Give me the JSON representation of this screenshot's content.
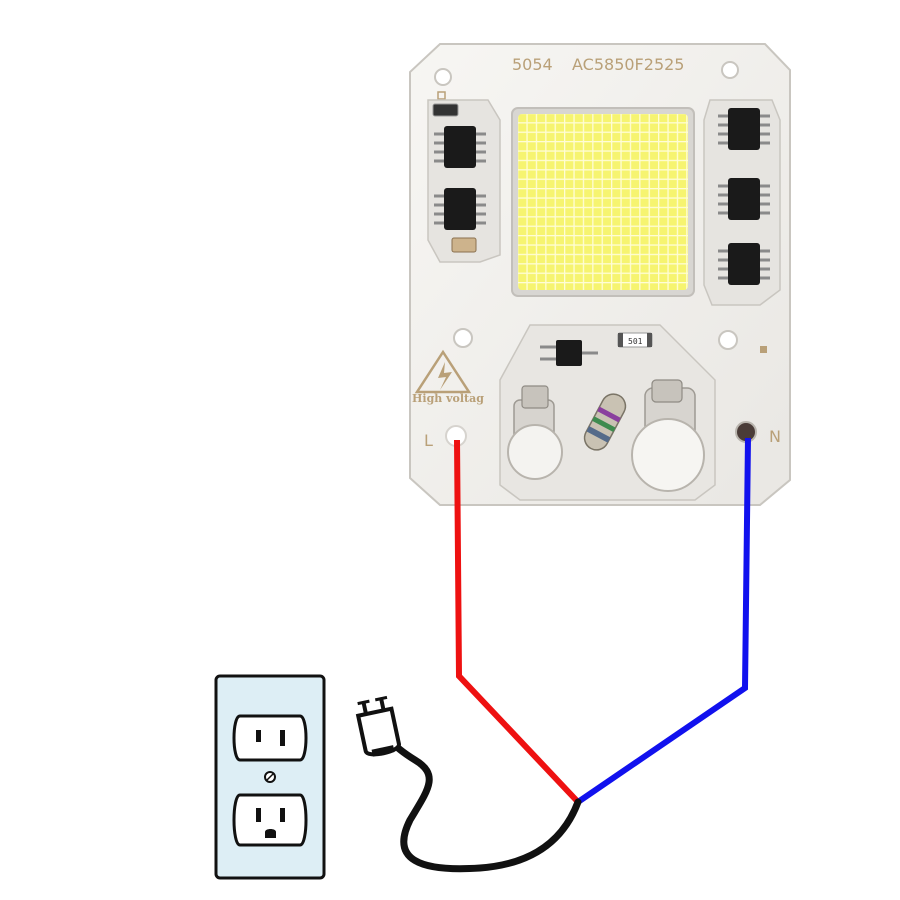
{
  "led_module": {
    "model_code": "5054",
    "part_number": "AC5850F2525",
    "warning_text": "High voltag",
    "resistor_marking": "501",
    "terminal_live": "L",
    "terminal_neutral": "N"
  },
  "colors": {
    "live_wire": "#ee1111",
    "neutral_wire": "#1111ee",
    "cord": "#111111",
    "led_die": "#f7f57a",
    "pcb": "#f1efec",
    "outlet_plate": "#ddeef5"
  },
  "icons": [
    "high-voltage-warning-icon",
    "plug-icon",
    "outlet-icon"
  ]
}
